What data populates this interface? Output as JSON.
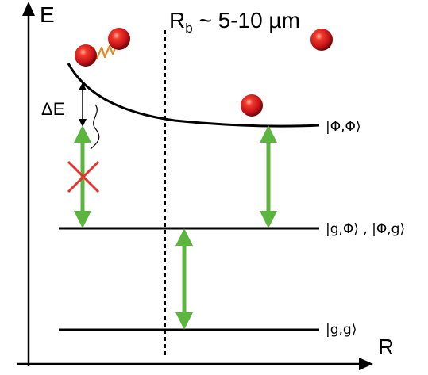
{
  "axes": {
    "y_label": "E",
    "x_label": "R"
  },
  "blockade": {
    "label_main": "R",
    "label_sub": "b",
    "label_rest": " ~ 5-10 µm"
  },
  "energy_gap_label": "ΔE",
  "levels": {
    "doubly_excited": "|Φ,Φ⟩",
    "singly_excited": "|g,Φ⟩ , |Φ,g⟩",
    "ground": "|g,g⟩"
  },
  "colors": {
    "arrow_green": "#5cb53f",
    "cross_red": "#e8312a",
    "atom_red": "#c8141a",
    "spring_orange": "#e08a1e",
    "line_black": "#000000"
  },
  "icons": {
    "atom": "red-sphere",
    "interaction": "zigzag-spring",
    "blocked": "red-x"
  }
}
